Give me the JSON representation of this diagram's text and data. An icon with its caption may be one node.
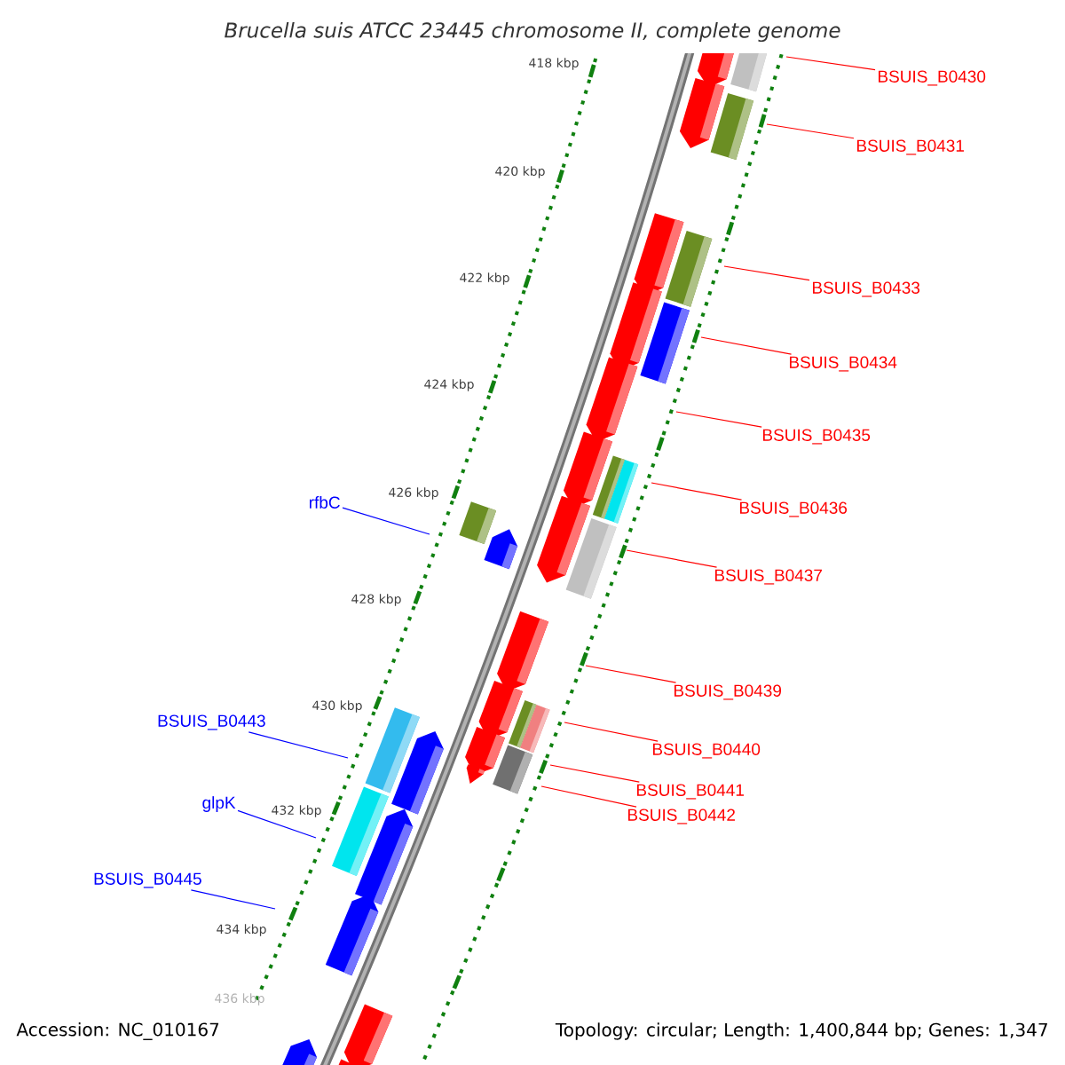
{
  "diagram": {
    "title": "Brucella suis ATCC 23445 chromosome II, complete genome",
    "nodes": [
      {
        "text": [
          "BSUIS_B0430"
        ]
      },
      {
        "text": [
          "BSUIS_B0431"
        ]
      },
      {
        "text": [
          "BSUIS_B0433"
        ]
      },
      {
        "text": [
          "BSUIS_B0434"
        ]
      },
      {
        "text": [
          "BSUIS_B0435"
        ]
      },
      {
        "text": [
          "BSUIS_B0436"
        ]
      },
      {
        "text": [
          "BSUIS_B0437"
        ]
      },
      {
        "text": [
          "rfbC"
        ]
      },
      {
        "text": [
          "BSUIS_B0439"
        ]
      },
      {
        "text": [
          "BSUIS_B0443"
        ]
      },
      {
        "text": [
          "BSUIS_B0440"
        ]
      },
      {
        "text": [
          "BSUIS_B0441"
        ]
      },
      {
        "text": [
          "BSUIS_B0442"
        ]
      },
      {
        "text": [
          "glpK"
        ]
      },
      {
        "text": [
          "BSUIS_B0445"
        ]
      }
    ],
    "edges": [
      {
        "from": 0,
        "to": null,
        "arrow": "none"
      },
      {
        "from": 1,
        "to": null,
        "arrow": "none"
      },
      {
        "from": 2,
        "to": null,
        "arrow": "none"
      },
      {
        "from": 3,
        "to": null,
        "arrow": "none"
      },
      {
        "from": 4,
        "to": null,
        "arrow": "none"
      },
      {
        "from": 5,
        "to": null,
        "arrow": "none"
      },
      {
        "from": 6,
        "to": null,
        "arrow": "none"
      },
      {
        "from": 7,
        "to": null,
        "arrow": "none",
        "color": "#0000ff"
      },
      {
        "from": 8,
        "to": null,
        "arrow": "none"
      },
      {
        "from": 9,
        "to": null,
        "arrow": "none",
        "color": "#0000ff"
      },
      {
        "from": 10,
        "to": null,
        "arrow": "none"
      },
      {
        "from": 11,
        "to": null,
        "arrow": "none"
      },
      {
        "from": 12,
        "to": null,
        "arrow": "none"
      },
      {
        "from": 13,
        "to": null,
        "arrow": "none",
        "color": "#0000ff"
      },
      {
        "from": 14,
        "to": null,
        "arrow": "none",
        "color": "#0000ff"
      }
    ],
    "labels": [
      "418 kbp",
      "420 kbp",
      "422 kbp",
      "424 kbp",
      "426 kbp",
      "428 kbp",
      "430 kbp",
      "432 kbp",
      "434 kbp",
      "436 kbp",
      "Accession: NC_010167",
      "Topology: circular; Length: 1,400,844 bp; Genes: 1,347"
    ]
  }
}
